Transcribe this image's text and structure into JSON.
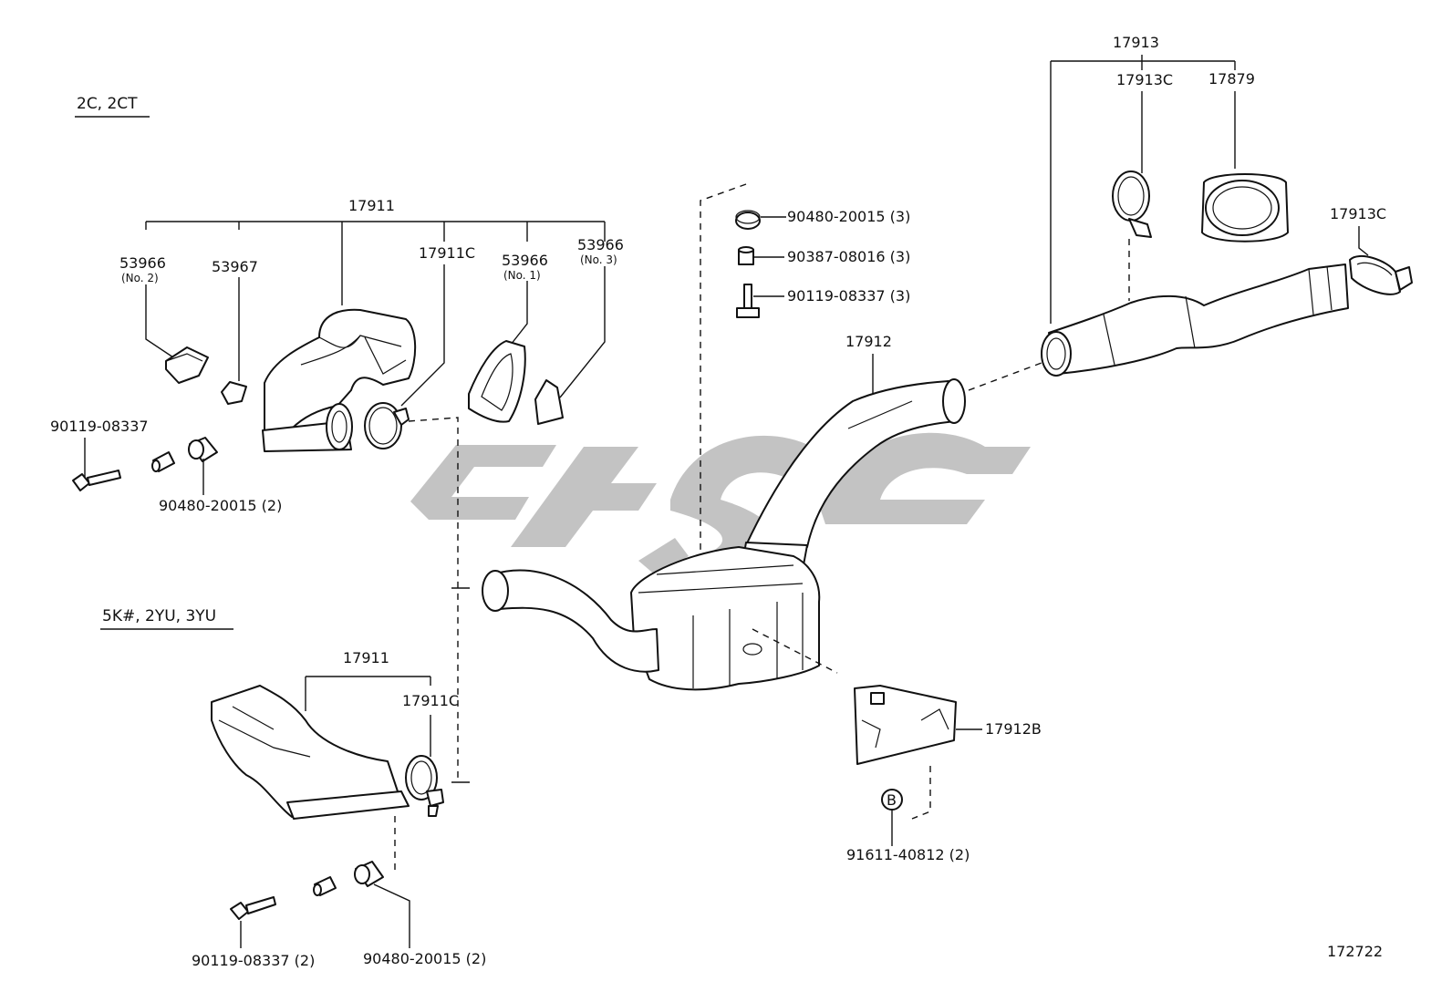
{
  "diagram": {
    "variant_top": "2C, 2CT",
    "variant_bottom": "5K#, 2YU, 3YU",
    "figure_number": "172722",
    "callout_B": "B",
    "labels": {
      "l17911_top": "17911",
      "l53966_no2": "53966",
      "l53966_no2_sub": "(No. 2)",
      "l53967": "53967",
      "l17911C_top": "17911C",
      "l53966_no1": "53966",
      "l53966_no1_sub": "(No. 1)",
      "l53966_no3": "53966",
      "l53966_no3_sub": "(No. 3)",
      "l90119_top": "90119-08337",
      "l90480_top": "90480-20015 (2)",
      "l90480_mid": "90480-20015 (3)",
      "l90387_mid": "90387-08016 (3)",
      "l90119_mid": "90119-08337 (3)",
      "l17912": "17912",
      "l17913": "17913",
      "l17913C_a": "17913C",
      "l17879": "17879",
      "l17913C_b": "17913C",
      "l17911_bot": "17911",
      "l17911C_bot": "17911C",
      "l17912B": "17912B",
      "l91611": "91611-40812 (2)",
      "l90119_bot": "90119-08337 (2)",
      "l90480_bot": "90480-20015 (2)"
    }
  }
}
